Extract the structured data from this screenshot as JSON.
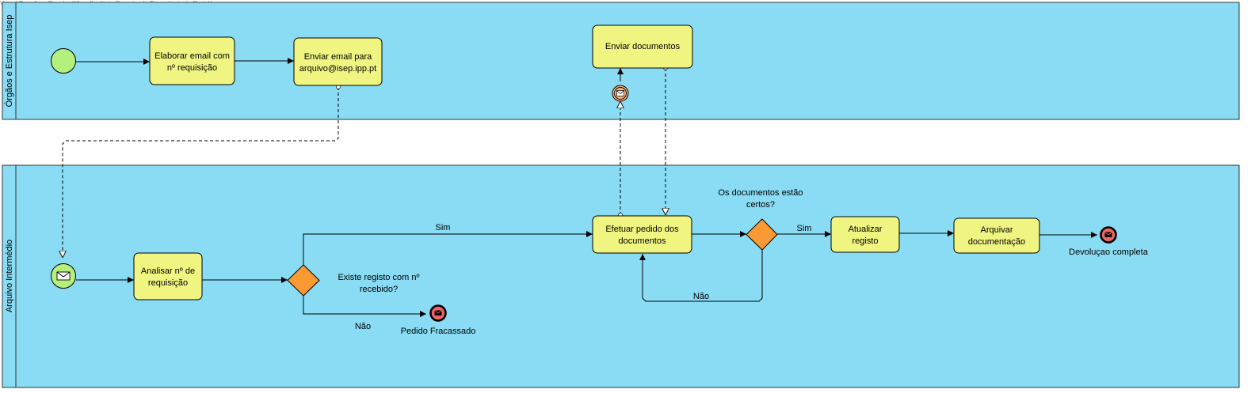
{
  "watermark": "Visual Paradigm Standard(Joao(Instituto Superior de Engenharia do Porto))",
  "colors": {
    "lane_fill": "#89dcf4",
    "task_fill": "#f0f581",
    "start_event_fill": "#b4f07d",
    "end_event_fill": "#f06464",
    "gateway_fill": "#fb9a33",
    "intermediate_event_fill": "#f4b27d"
  },
  "lanes": {
    "top": {
      "label": "Órgãos e Estrutura Isep"
    },
    "bottom": {
      "label": "Arquivo Intermédio"
    }
  },
  "tasks": {
    "elaborar": [
      "Elaborar email com",
      "nº requisição"
    ],
    "enviar_email": [
      "Enviar email para",
      "arquivo@isep.ipp.pt"
    ],
    "enviar_documentos": [
      "Enviar documentos"
    ],
    "analisar": [
      "Analisar nº de",
      "requisição"
    ],
    "efetuar": [
      "Efetuar pedido dos",
      "documentos"
    ],
    "atualizar": [
      "Atualizar",
      "registo"
    ],
    "arquivar": [
      "Arquivar",
      "documentação"
    ]
  },
  "gateways": {
    "g1": [
      "Existe registo com nº",
      "recebido?"
    ],
    "g2": [
      "Os documentos estão",
      "certos?"
    ]
  },
  "end_events": {
    "fracassado": "Pedido Fracassado",
    "completa": "Devoluçao completa"
  },
  "edge_labels": {
    "g1_sim": "Sim",
    "g1_nao": "Não",
    "g2_sim": "Sim",
    "g2_nao": "Não"
  },
  "icons": {
    "start_message": "envelope-icon",
    "end_message": "envelope-icon",
    "intermediate_message": "envelope-icon"
  }
}
